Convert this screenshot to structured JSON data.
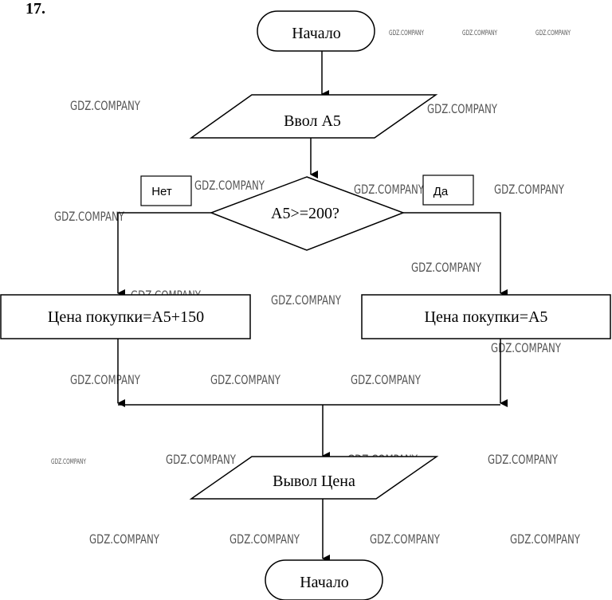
{
  "problem_number": "17.",
  "flowchart": {
    "start": "Начало",
    "input": "Ввол А5",
    "decision": "A5>=200?",
    "branch_no_label": "Нет",
    "branch_yes_label": "Да",
    "process_no": "Цена покупки=А5+150",
    "process_yes": "Цена покупки=А5",
    "output": "Вывол Цена",
    "end": "Начало"
  },
  "watermark": "GDZ.COMPANY"
}
